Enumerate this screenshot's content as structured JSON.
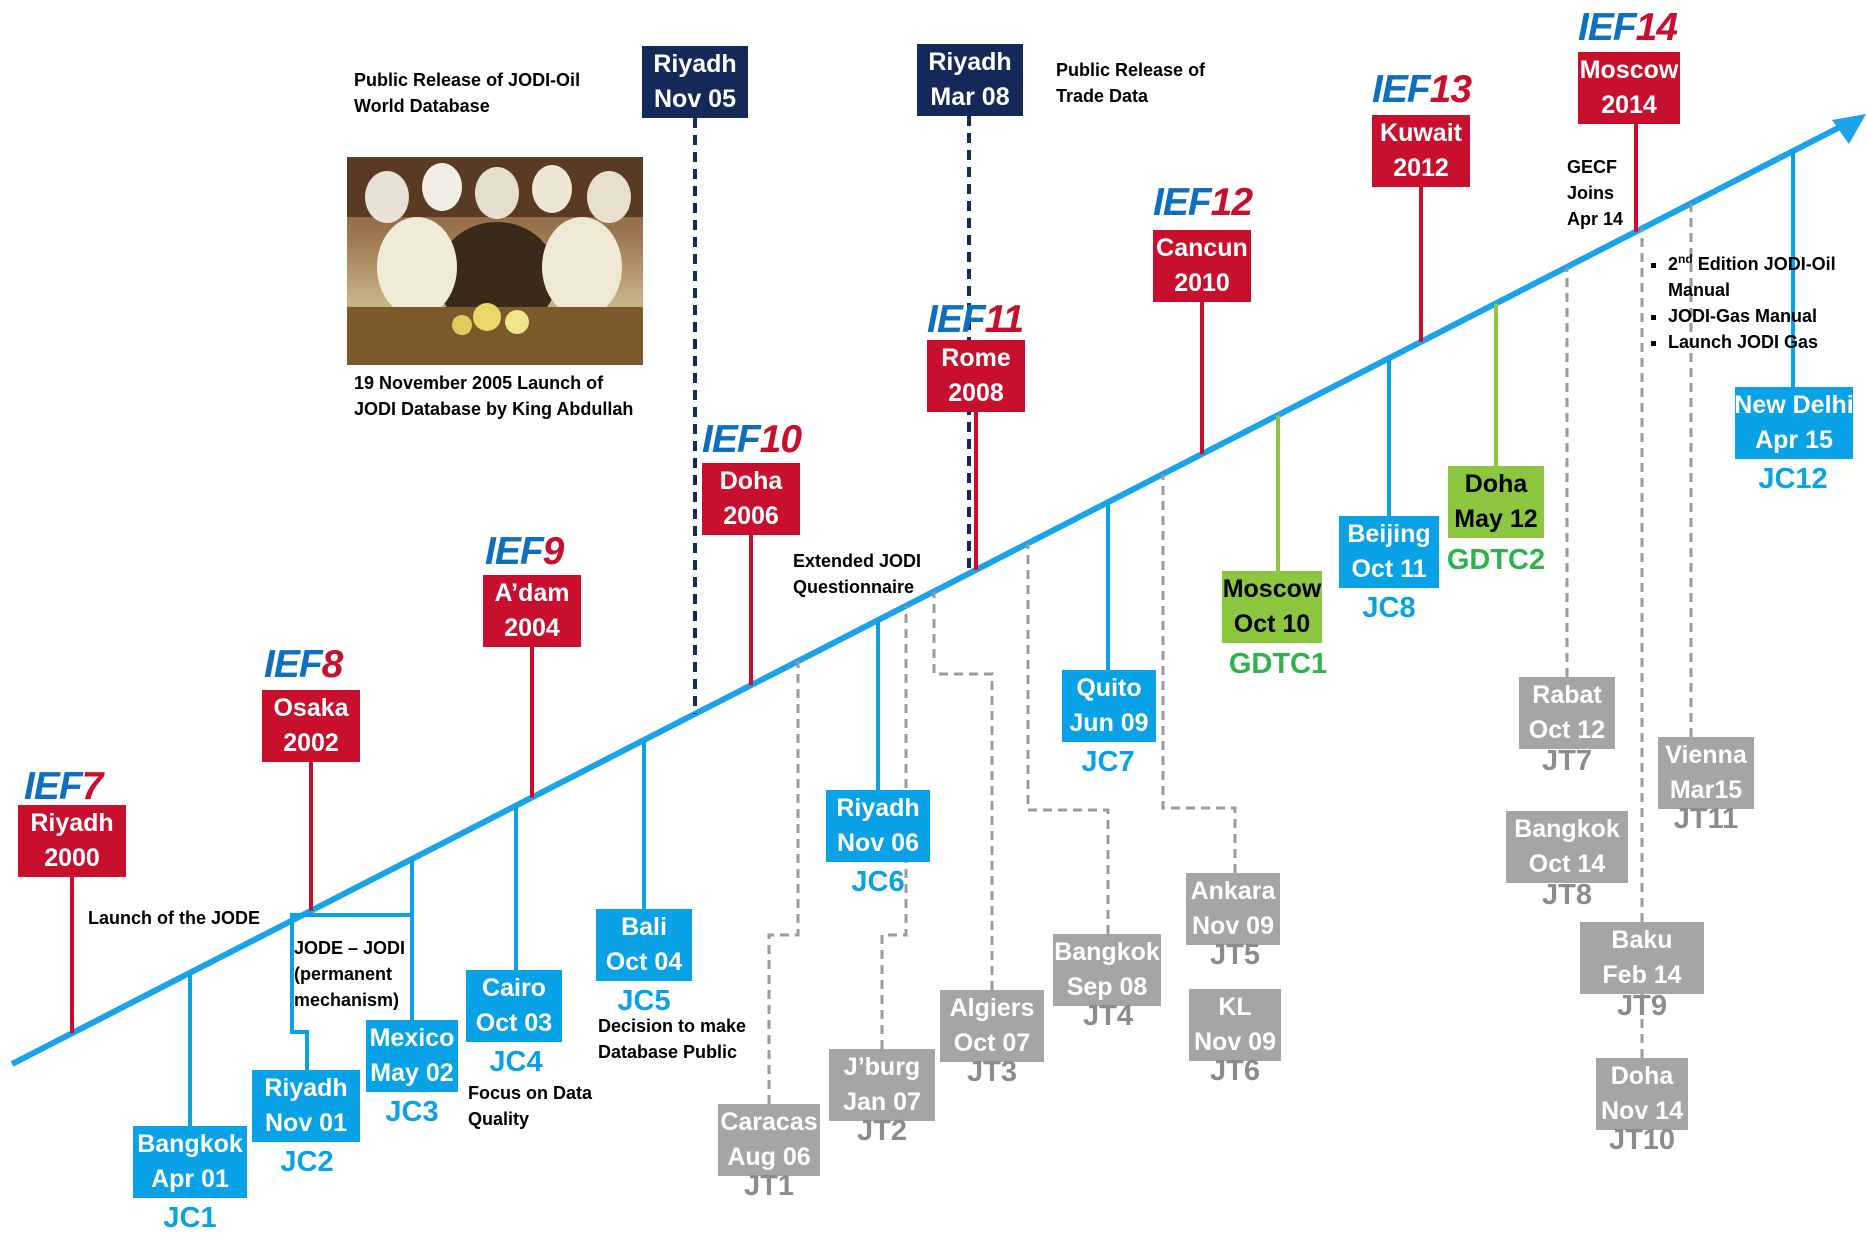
{
  "ief": [
    {
      "id": "ief7",
      "prefix": "IEF",
      "number": "7",
      "l1": "Riyadh",
      "l2": "2000"
    },
    {
      "id": "ief8",
      "prefix": "IEF",
      "number": "8",
      "l1": "Osaka",
      "l2": "2002"
    },
    {
      "id": "ief9",
      "prefix": "IEF",
      "number": "9",
      "l1": "A’dam",
      "l2": "2004"
    },
    {
      "id": "ief10",
      "prefix": "IEF",
      "number": "10",
      "l1": "Doha",
      "l2": "2006"
    },
    {
      "id": "ief11",
      "prefix": "IEF",
      "number": "11",
      "l1": "Rome",
      "l2": "2008"
    },
    {
      "id": "ief12",
      "prefix": "IEF",
      "number": "12",
      "l1": "Cancun",
      "l2": "2010"
    },
    {
      "id": "ief13",
      "prefix": "IEF",
      "number": "13",
      "l1": "Kuwait",
      "l2": "2012"
    },
    {
      "id": "ief14",
      "prefix": "IEF",
      "number": "14",
      "l1": "Moscow",
      "l2": "2014"
    }
  ],
  "navy": [
    {
      "id": "riyadh-nov05",
      "l1": "Riyadh",
      "l2": "Nov 05"
    },
    {
      "id": "riyadh-mar08",
      "l1": "Riyadh",
      "l2": "Mar 08"
    }
  ],
  "jc": [
    {
      "id": "jc1",
      "l1": "Bangkok",
      "l2": "Apr 01",
      "code": "JC1"
    },
    {
      "id": "jc2",
      "l1": "Riyadh",
      "l2": "Nov  01",
      "code": "JC2"
    },
    {
      "id": "jc3",
      "l1": "Mexico",
      "l2": "May 02",
      "code": "JC3"
    },
    {
      "id": "jc4",
      "l1": "Cairo",
      "l2": "Oct  03",
      "code": "JC4"
    },
    {
      "id": "jc5",
      "l1": "Bali",
      "l2": "Oct  04",
      "code": "JC5"
    },
    {
      "id": "jc6",
      "l1": "Riyadh",
      "l2": "Nov  06",
      "code": "JC6"
    },
    {
      "id": "jc7",
      "l1": "Quito",
      "l2": "Jun  09",
      "code": "JC7"
    },
    {
      "id": "jc8",
      "l1": "Beijing",
      "l2": "Oct 11",
      "code": "JC8"
    },
    {
      "id": "jc12",
      "l1": "New Delhi",
      "l2": "Apr 15",
      "code": "JC12"
    }
  ],
  "gdtc": [
    {
      "id": "gdtc1",
      "l1": "Moscow",
      "l2": "Oct  10",
      "code": "GDTC1"
    },
    {
      "id": "gdtc2",
      "l1": "Doha",
      "l2": "May 12",
      "code": "GDTC2"
    }
  ],
  "jt": [
    {
      "id": "jt1",
      "l1": "Caracas",
      "l2": "Aug 06",
      "code": "JT1"
    },
    {
      "id": "jt2",
      "l1": "J’burg",
      "l2": "Jan 07",
      "code": "JT2"
    },
    {
      "id": "jt3",
      "l1": "Algiers",
      "l2": "Oct  07",
      "code": "JT3"
    },
    {
      "id": "jt4",
      "l1": "Bangkok",
      "l2": "Sep  08",
      "code": "JT4"
    },
    {
      "id": "jt5",
      "l1": "Ankara",
      "l2": "Nov  09",
      "code": "JT5"
    },
    {
      "id": "jt6",
      "l1": "KL",
      "l2": "Nov  09",
      "code": "JT6"
    },
    {
      "id": "jt7",
      "l1": "Rabat",
      "l2": "Oct 12",
      "code": "JT7"
    },
    {
      "id": "jt8",
      "l1": "Bangkok",
      "l2": "Oct 14",
      "code": "JT8"
    },
    {
      "id": "jt9",
      "l1": "Baku",
      "l2": "Feb 14",
      "code": "JT9"
    },
    {
      "id": "jt10",
      "l1": "Doha",
      "l2": "Nov 14",
      "code": "JT10"
    },
    {
      "id": "jt11",
      "l1": "Vienna",
      "l2": "Mar15",
      "code": "JT11"
    }
  ],
  "notes": {
    "public_release_oil": [
      "Public Release of JODI-Oil",
      "World Database"
    ],
    "photo_caption": [
      "19 November 2005 Launch of",
      "JODI Database by King Abdullah"
    ],
    "public_release_trade": [
      "Public Release of",
      "Trade Data"
    ],
    "launch_jode": "Launch of the JODE",
    "jode_jodi": [
      "JODE – JODI",
      "(permanent",
      "mechanism)"
    ],
    "focus": [
      "Focus on Data",
      "Quality"
    ],
    "decision": [
      "Decision to make",
      "Database Public"
    ],
    "extended": [
      "Extended JODI",
      "Questionnaire"
    ],
    "gecf": [
      "GECF",
      "Joins",
      "Apr 14"
    ],
    "bullets": {
      "edition_prefix": "2",
      "edition_sup": "nd",
      "edition_rest": " Edition JODI-Oil",
      "edition_line2": "Manual",
      "gas_manual": "JODI-Gas Manual",
      "launch_gas": "Launch JODI Gas"
    }
  },
  "colors": {
    "timeline": "#1aa3e8",
    "ief_red": "#c8102e",
    "navy": "#14285a",
    "jc_blue": "#0aa2e6",
    "jt_grey": "#a5a5a5",
    "gdtc_green": "#8cc63f"
  }
}
